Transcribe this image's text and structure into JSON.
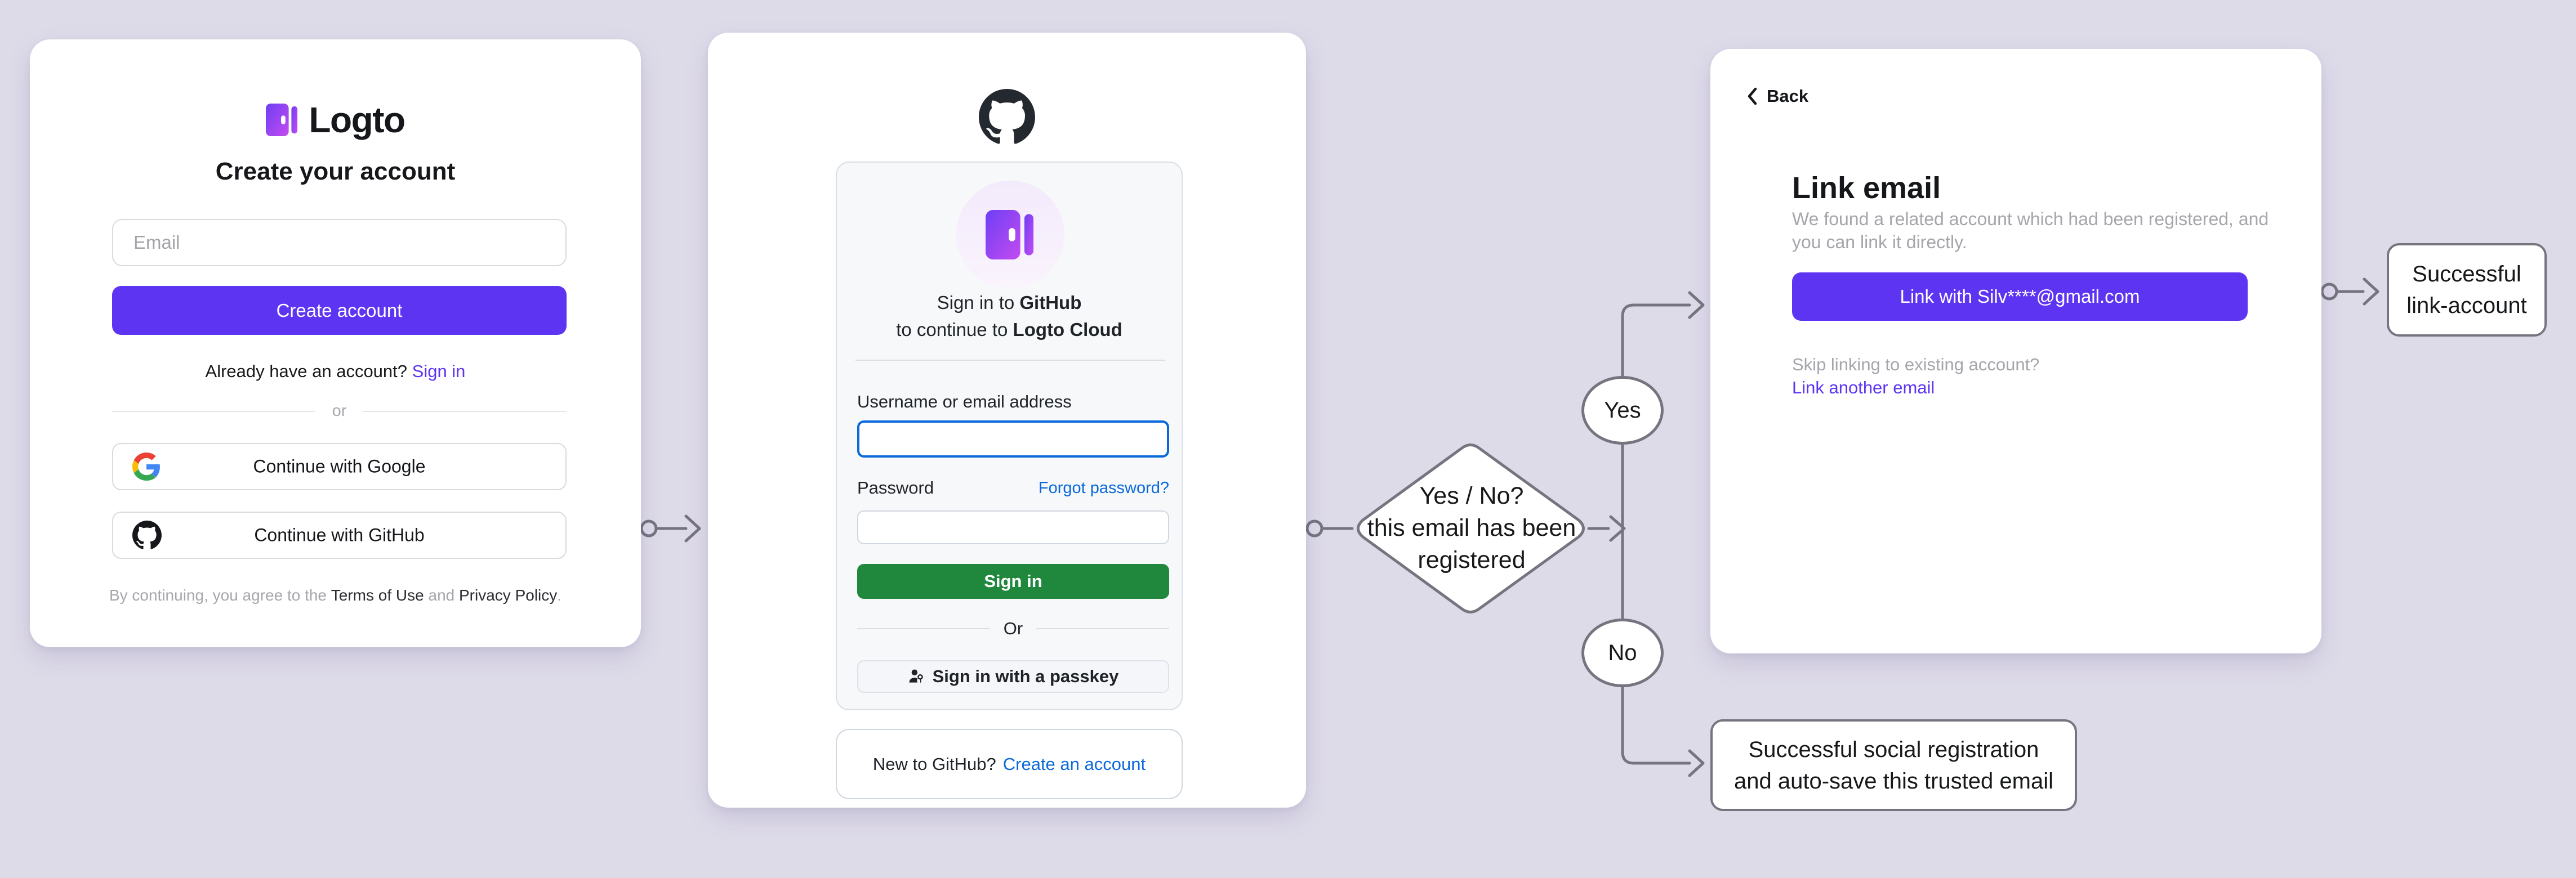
{
  "colors": {
    "background": "#dedbe9",
    "accent_purple": "#5d34f2",
    "github_green": "#1f883d",
    "github_link_blue": "#0969da",
    "flow_gray": "#76747f"
  },
  "left_card": {
    "brand": "Logto",
    "title": "Create your account",
    "email_placeholder": "Email",
    "create_button": "Create account",
    "signin_prompt": "Already have an account?",
    "signin_link": "Sign in",
    "divider": "or",
    "google_button": "Continue with Google",
    "github_button": "Continue with GitHub",
    "terms_prefix": "By continuing, you agree to the",
    "terms_link_1": "Terms of Use",
    "terms_conjunction": "and",
    "terms_link_2": "Privacy Policy",
    "terms_suffix": "."
  },
  "github_card": {
    "signin_to": "Sign in to",
    "signin_to_bold": "GitHub",
    "continue_to": "to continue to",
    "continue_to_bold": "Logto Cloud",
    "username_label": "Username or email address",
    "username_value": "",
    "password_label": "Password",
    "forgot_link": "Forgot password?",
    "signin_button": "Sign in",
    "divider": "Or",
    "passkey_button": "Sign in with a passkey",
    "new_prompt": "New to GitHub?",
    "create_link": "Create an account"
  },
  "link_card": {
    "back": "Back",
    "title": "Link email",
    "description_line1": "We found a related account which had been registered, and",
    "description_line2": "you can link it directly.",
    "link_button": "Link with Silv****@gmail.com",
    "skip_text": "Skip linking to existing account?",
    "link_another": "Link another email"
  },
  "flow": {
    "decision_line1": "Yes / No?",
    "decision_line2": "this email has been",
    "decision_line3": "registered",
    "yes_label": "Yes",
    "no_label": "No",
    "outcome_link_line1": "Successful",
    "outcome_link_line2": "link-account",
    "outcome_social_line1": "Successful social registration",
    "outcome_social_line2": "and auto-save this trusted email"
  }
}
